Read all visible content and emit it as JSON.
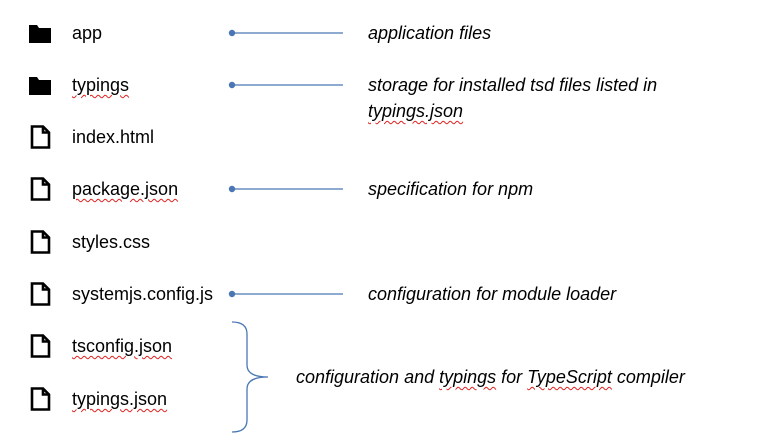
{
  "files": [
    {
      "name": "app",
      "kind": "folder",
      "icon": "folder-icon",
      "spell_flag": false
    },
    {
      "name": "typings",
      "kind": "folder",
      "icon": "folder-icon",
      "spell_flag": true
    },
    {
      "name": "index.html",
      "kind": "file",
      "icon": "file-icon",
      "spell_flag": false
    },
    {
      "name": "package.json",
      "kind": "file",
      "icon": "file-icon",
      "spell_flag": true
    },
    {
      "name": "styles.css",
      "kind": "file",
      "icon": "file-icon",
      "spell_flag": false
    },
    {
      "name": "systemjs.config.js",
      "kind": "file",
      "icon": "file-icon",
      "spell_flag": false
    },
    {
      "name": "tsconfig.json",
      "kind": "file",
      "icon": "file-icon",
      "spell_flag": true
    },
    {
      "name": "typings.json",
      "kind": "file",
      "icon": "file-icon",
      "spell_flag": true
    }
  ],
  "descriptions": {
    "app": "application files",
    "typings_line1": "storage for installed tsd files listed in",
    "typings_line2": "typings.json",
    "package": "specification for npm",
    "systemjs": "configuration for module loader",
    "ts": {
      "pre": "configuration and ",
      "word1": "typings",
      "mid": " for ",
      "word2": "TypeScript",
      "post": " compiler"
    }
  },
  "colors": {
    "connector": "#4a77b4",
    "icon": "#000000",
    "spellcheck": "#e02020"
  }
}
